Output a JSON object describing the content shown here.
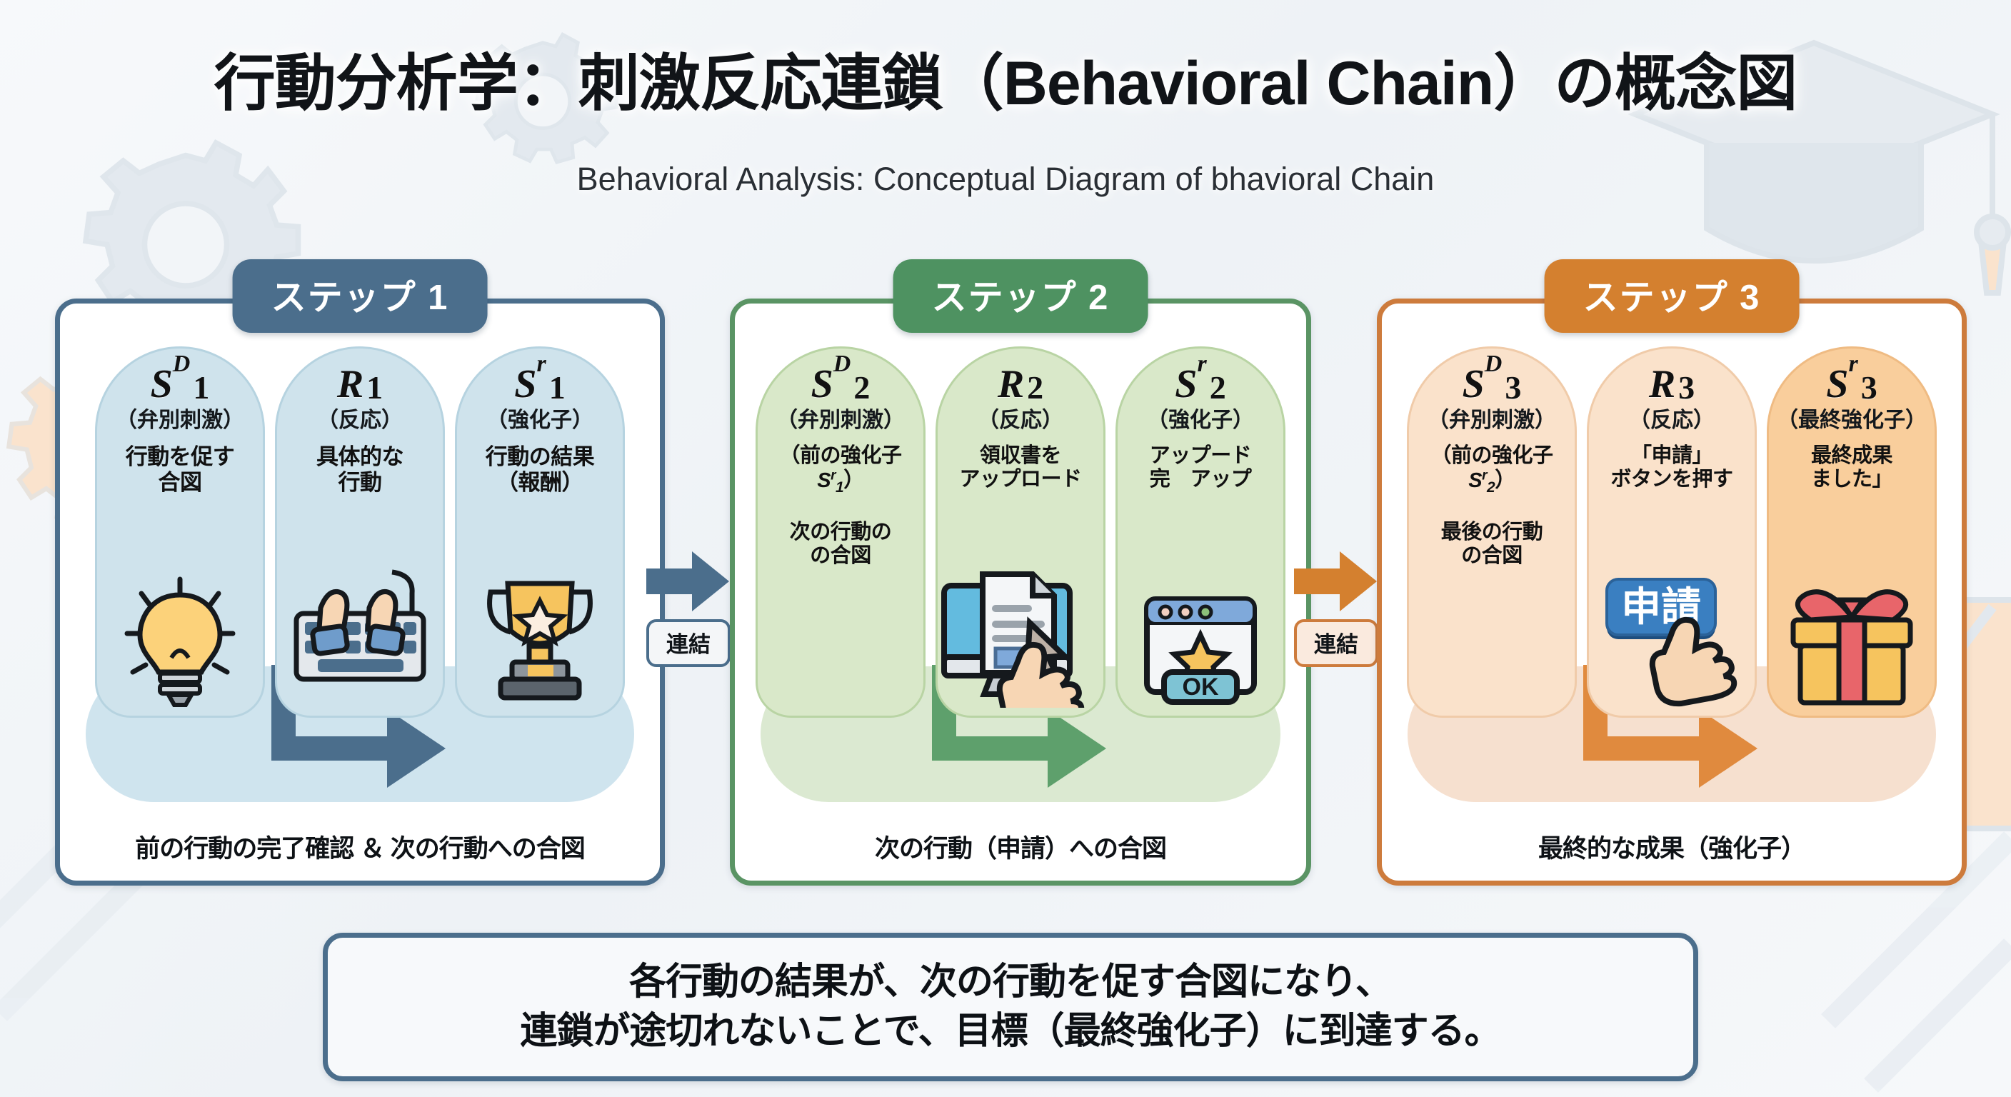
{
  "header": {
    "title": "行動分析学：刺激反応連鎖（Behavioral Chain）の概念図",
    "subtitle": "Behavioral Analysis: Conceptual Diagram of bhavioral Chain"
  },
  "colors": {
    "step1": "#4b6e8c",
    "step2": "#4e9261",
    "step3": "#d4802f",
    "pill1": "#cfe3ec",
    "pill2": "#d9e8c9",
    "pill3": "#fae2cb",
    "pill3_final": "#f9ce9c",
    "page_bg": "#f2f5f8"
  },
  "steps": [
    {
      "badge": "ステップ 1",
      "caption": "前の行動の完了確認 ＆ 次の行動への合図",
      "cells": [
        {
          "symbol": "S",
          "superscript": "D",
          "index": "1",
          "role": "（弁別刺激）",
          "desc": "行動を促す\n合図",
          "icon": "lightbulb-icon"
        },
        {
          "symbol": "R",
          "superscript": "",
          "index": "1",
          "role": "（反応）",
          "desc": "具体的な\n行動",
          "icon": "keyboard-typing-icon"
        },
        {
          "symbol": "S",
          "superscript": "r",
          "index": "1",
          "role": "（強化子）",
          "desc": "行動の結果\n（報酬）",
          "icon": "trophy-icon"
        }
      ]
    },
    {
      "badge": "ステップ 2",
      "caption": "次の行動（申請）への合図",
      "cells": [
        {
          "symbol": "S",
          "superscript": "D",
          "index": "2",
          "role": "（弁別刺激）",
          "desc": "（前の強化子\nSr1）\n\n次の行動の\nの合図",
          "icon": "none"
        },
        {
          "symbol": "R",
          "superscript": "",
          "index": "2",
          "role": "（反応）",
          "desc": "領収書を\nアップロード",
          "icon": "monitor-upload-hand-icon"
        },
        {
          "symbol": "S",
          "superscript": "r",
          "index": "2",
          "role": "（強化子）",
          "desc": "アップード\n完　アップ",
          "icon": "browser-star-ok-icon"
        }
      ]
    },
    {
      "badge": "ステップ 3",
      "caption": "最終的な成果（強化子）",
      "cells": [
        {
          "symbol": "S",
          "superscript": "D",
          "index": "3",
          "role": "（弁別刺激）",
          "desc": "（前の強化子\nSr2）\n\n最後の行動\nの合図",
          "icon": "none"
        },
        {
          "symbol": "R",
          "superscript": "",
          "index": "3",
          "role": "（反応）",
          "desc": "「申請」\nボタンを押す",
          "icon": "apply-button-hand-icon",
          "button_label": "申請"
        },
        {
          "symbol": "S",
          "superscript": "r",
          "index": "3",
          "role": "（最終強化子）",
          "desc": "最終成果\nました」",
          "icon": "gift-box-icon"
        }
      ]
    }
  ],
  "connectors": [
    {
      "label": "連結",
      "icon": "arrow-right-icon"
    },
    {
      "label": "連結",
      "icon": "arrow-right-icon"
    }
  ],
  "summary": {
    "line1": "各行動の結果が、次の行動を促す合図になり、",
    "line2": "連鎖が途切れないことで、目標（最終強化子）に到達する。"
  }
}
